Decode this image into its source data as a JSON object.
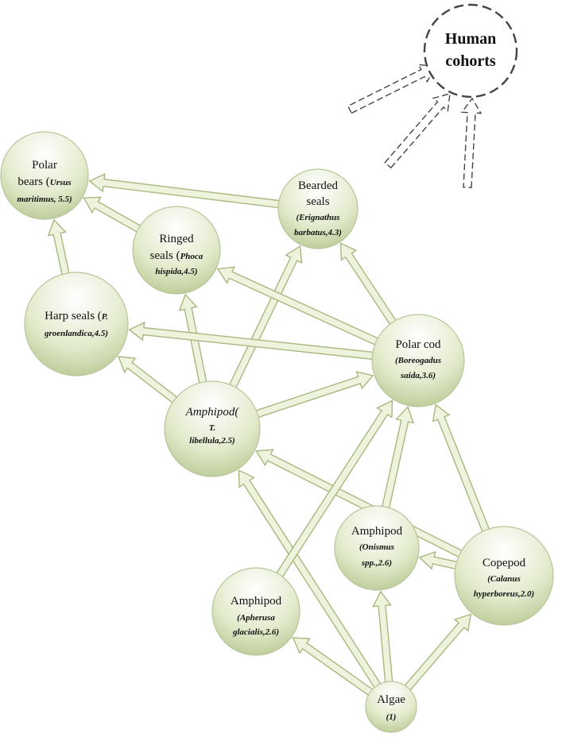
{
  "nodes": [
    {
      "id": "polar-bears",
      "lines": [
        {
          "t": "Polar",
          "cls": "main"
        },
        {
          "t": "bears (",
          "cls": "main",
          "after": {
            "t": "Ursus",
            "cls": "sub"
          }
        },
        {
          "t": "maritimus, 5.5)",
          "cls": "sub"
        }
      ]
    },
    {
      "id": "bearded-seals",
      "lines": [
        {
          "t": "Bearded",
          "cls": "main"
        },
        {
          "t": "seals",
          "cls": "main"
        },
        {
          "t": "(Erignathus",
          "cls": "sub"
        },
        {
          "t": "barbatus,4.3)",
          "cls": "sub"
        }
      ]
    },
    {
      "id": "ringed-seals",
      "lines": [
        {
          "t": "Ringed",
          "cls": "main"
        },
        {
          "t": "seals (",
          "cls": "main",
          "after": {
            "t": "Phoca",
            "cls": "sub"
          }
        },
        {
          "t": "hispida,4.5)",
          "cls": "sub"
        }
      ]
    },
    {
      "id": "harp-seals",
      "lines": [
        {
          "t": "Harp seals (",
          "cls": "main",
          "after": {
            "t": "P.",
            "cls": "sub"
          }
        },
        {
          "t": "groenlandica,4.5)",
          "cls": "sub"
        }
      ]
    },
    {
      "id": "polar-cod",
      "lines": [
        {
          "t": "Polar cod",
          "cls": "main"
        },
        {
          "t": "(Boreogadus",
          "cls": "sub"
        },
        {
          "t": "saida,3.6)",
          "cls": "sub"
        }
      ]
    },
    {
      "id": "amphipod-t",
      "lines": [
        {
          "t": "Amphipod(",
          "cls": "main-it"
        },
        {
          "t": "T.",
          "cls": "sub"
        },
        {
          "t": "libellula,2.5)",
          "cls": "sub"
        }
      ]
    },
    {
      "id": "amphipod-o",
      "lines": [
        {
          "t": "Amphipod",
          "cls": "main"
        },
        {
          "t": "(Onismus",
          "cls": "sub"
        },
        {
          "t": "spp.,2.6)",
          "cls": "sub"
        }
      ]
    },
    {
      "id": "copepod",
      "lines": [
        {
          "t": "Copepod",
          "cls": "main"
        },
        {
          "t": "(Calanus",
          "cls": "sub"
        },
        {
          "t": "hyperboreus,2.0)",
          "cls": "sub"
        }
      ]
    },
    {
      "id": "amphipod-a",
      "lines": [
        {
          "t": "Amphipod",
          "cls": "main"
        },
        {
          "t": "(Apherusa",
          "cls": "sub"
        },
        {
          "t": "glacialis,2.6)",
          "cls": "sub"
        }
      ]
    },
    {
      "id": "algae",
      "lines": [
        {
          "t": "Algae",
          "cls": "main"
        },
        {
          "t": "(1)",
          "cls": "sub"
        }
      ]
    },
    {
      "id": "human-cohorts",
      "lines": [
        {
          "t": "Human",
          "cls": "human"
        },
        {
          "t": "cohorts",
          "cls": "human"
        }
      ]
    }
  ],
  "edges": [
    {
      "from": "algae",
      "to": "amphipod-a"
    },
    {
      "from": "algae",
      "to": "amphipod-o"
    },
    {
      "from": "algae",
      "to": "copepod"
    },
    {
      "from": "algae",
      "to": "amphipod-t"
    },
    {
      "from": "copepod",
      "to": "amphipod-o"
    },
    {
      "from": "copepod",
      "to": "polar-cod"
    },
    {
      "from": "copepod",
      "to": "amphipod-t"
    },
    {
      "from": "amphipod-o",
      "to": "polar-cod"
    },
    {
      "from": "amphipod-a",
      "to": "polar-cod"
    },
    {
      "from": "amphipod-t",
      "to": "polar-cod"
    },
    {
      "from": "amphipod-t",
      "to": "harp-seals"
    },
    {
      "from": "amphipod-t",
      "to": "ringed-seals"
    },
    {
      "from": "amphipod-t",
      "to": "bearded-seals"
    },
    {
      "from": "polar-cod",
      "to": "harp-seals"
    },
    {
      "from": "polar-cod",
      "to": "ringed-seals"
    },
    {
      "from": "polar-cod",
      "to": "bearded-seals"
    },
    {
      "from": "harp-seals",
      "to": "polar-bears"
    },
    {
      "from": "ringed-seals",
      "to": "polar-bears"
    },
    {
      "from": "bearded-seals",
      "to": "polar-bears"
    }
  ],
  "human_links": [
    "human-link-1",
    "human-link-2",
    "human-link-3"
  ],
  "colors": {
    "node_fill_top": "#ffffff",
    "node_fill_bottom": "#b7c98f",
    "arrow_fill": "#eef3dd",
    "arrow_stroke": "#a7b87f"
  }
}
